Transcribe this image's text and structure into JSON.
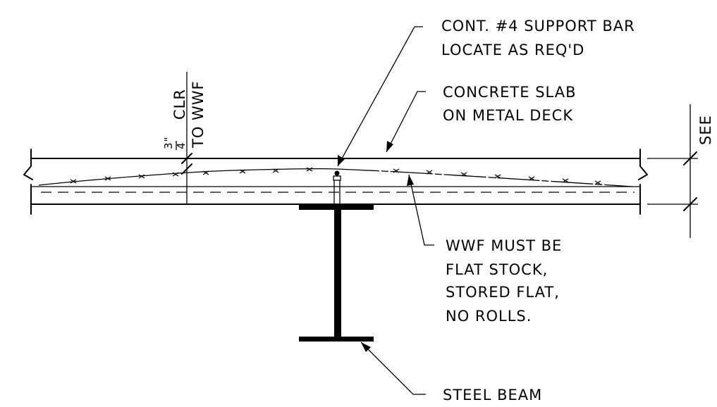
{
  "labels": {
    "support_bar_line1": "CONT. #4 SUPPORT BAR",
    "support_bar_line2": "LOCATE AS REQ'D",
    "slab_line1": "CONCRETE SLAB",
    "slab_line2": "ON METAL DECK",
    "see": "SEE",
    "clr_fraction_num": "3\"",
    "clr_fraction_den": "4",
    "clr_text": "CLR",
    "clr_to_wwf": "TO WWF",
    "wwf_line1": "WWF MUST BE",
    "wwf_line2": "FLAT STOCK,",
    "wwf_line3": "STORED FLAT,",
    "wwf_line4": "NO ROLLS.",
    "steel_beam": "STEEL BEAM"
  }
}
